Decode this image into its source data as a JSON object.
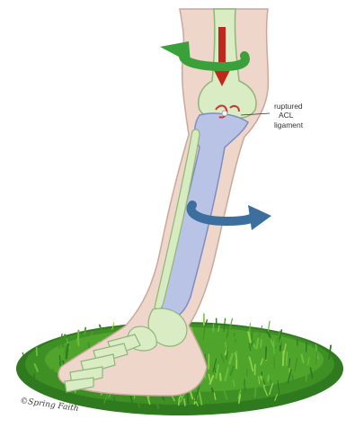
{
  "annotation": {
    "line1": "ruptured",
    "line2": "ACL",
    "line3": "ligament"
  },
  "signature": "©Spring Faith",
  "colors": {
    "skin": "#efd6cb",
    "skin_outline": "#c9a89a",
    "femur": "#d9ecc4",
    "tibia": "#b9c3e6",
    "fibula": "#d6ebbf",
    "bone_outline": "#8fb57a",
    "grass_dark": "#2f7a1e",
    "grass_mid": "#4fa52c",
    "grass_light": "#8fd04a",
    "arrow_green": "#3aa13a",
    "arrow_blue": "#3c6f9e",
    "arrow_red": "#c0281e",
    "acl_red": "#c8343a"
  },
  "icons": {
    "rotation_arrow_upper": "green-rotation-arrow-icon",
    "rotation_arrow_lower": "blue-rotation-arrow-icon",
    "force_arrow": "red-down-arrow-icon"
  }
}
